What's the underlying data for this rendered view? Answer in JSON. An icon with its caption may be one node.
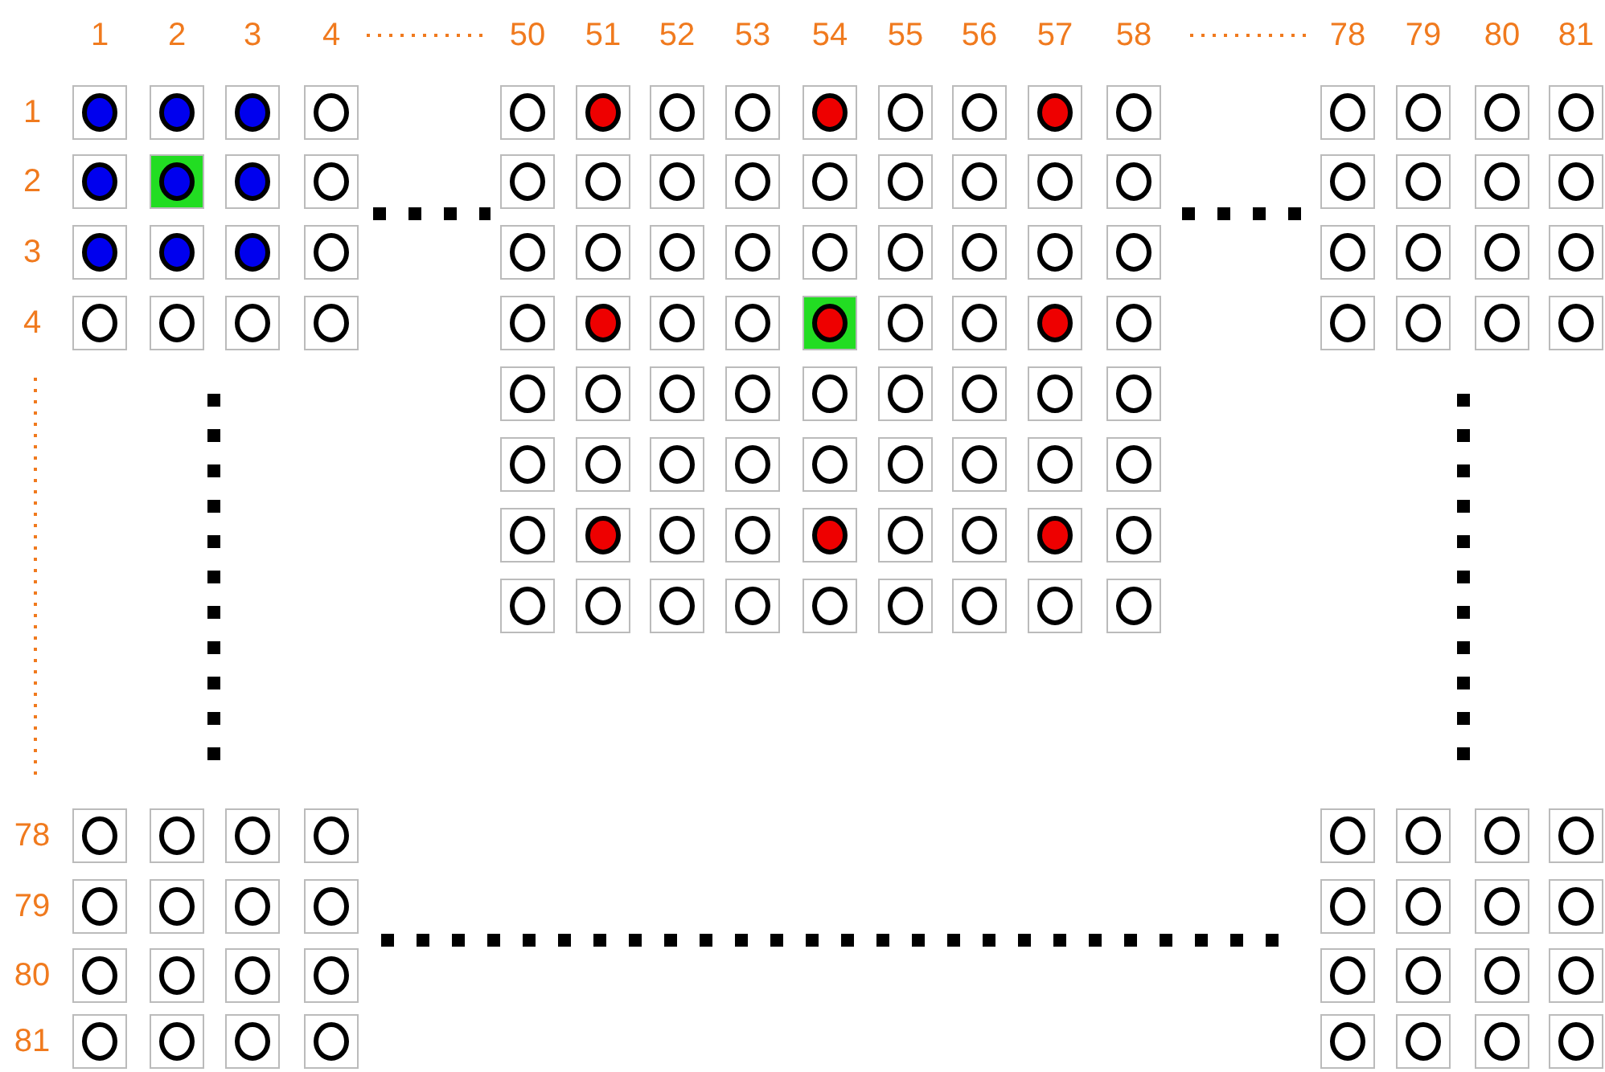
{
  "diagram": {
    "labels": [
      "1",
      "2",
      "3",
      "4",
      "50",
      "51",
      "52",
      "53",
      "54",
      "55",
      "56",
      "57",
      "58",
      "78",
      "79",
      "80",
      "81",
      "1",
      "2",
      "3",
      "4",
      "78",
      "79",
      "80",
      "81"
    ]
  }
}
